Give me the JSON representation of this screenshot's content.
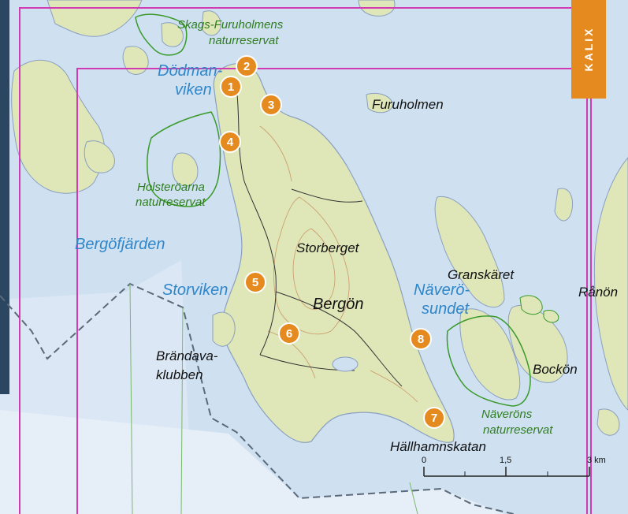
{
  "places": {
    "skags_reserve_1": "Skags-Furuholmens",
    "skags_reserve_2": "naturreservat",
    "dodman_1": "Dödman-",
    "dodman_2": "viken",
    "furuholmen": "Furuholmen",
    "holster_reserve_1": "Holsteröarna",
    "holster_reserve_2": "naturreservat",
    "bergofjarden": "Bergöfjärden",
    "storberget": "Storberget",
    "granskaret": "Granskäret",
    "ranon": "Rånön",
    "storviken": "Storviken",
    "bergon": "Bergön",
    "navero_1": "Näverö-",
    "navero_2": "sundet",
    "brandava_1": "Brändava-",
    "brandava_2": "klubben",
    "bockon": "Bockön",
    "naveron_reserve_1": "Näveröns",
    "naveron_reserve_2": "naturreservat",
    "hallhamnskatan": "Hällhamnskatan"
  },
  "markers": [
    "1",
    "2",
    "3",
    "4",
    "5",
    "6",
    "7",
    "8"
  ],
  "region_tab": "KALIX",
  "scale": {
    "zero": "0",
    "mid": "1,5",
    "end": "3 km"
  },
  "colors": {
    "water": "#cfe0f1",
    "land": "#dfe6b8",
    "reserve_border": "#3a9a2a",
    "page_frame": "#d23ab4",
    "marker": "#e58a1f",
    "water_label": "#2f86c9",
    "reserve_label": "#2e7d1e"
  }
}
